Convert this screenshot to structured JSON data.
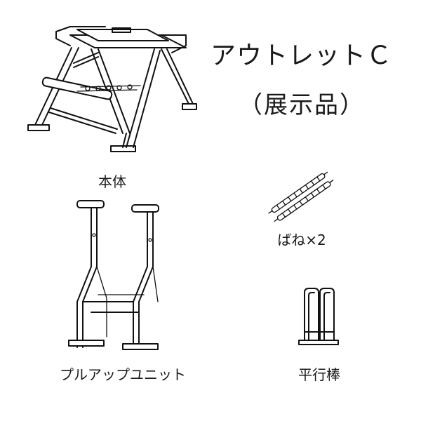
{
  "heading": {
    "title": "アウトレットＣ",
    "subtitle": "（展示品）"
  },
  "parts": [
    {
      "label": "本体",
      "icon": "main-body-illustration"
    },
    {
      "label": "プルアップユニット",
      "icon": "pull-up-unit-illustration"
    },
    {
      "label": "ばね×2",
      "icon": "springs-illustration"
    },
    {
      "label": "平行棒",
      "icon": "parallel-bars-illustration"
    }
  ]
}
